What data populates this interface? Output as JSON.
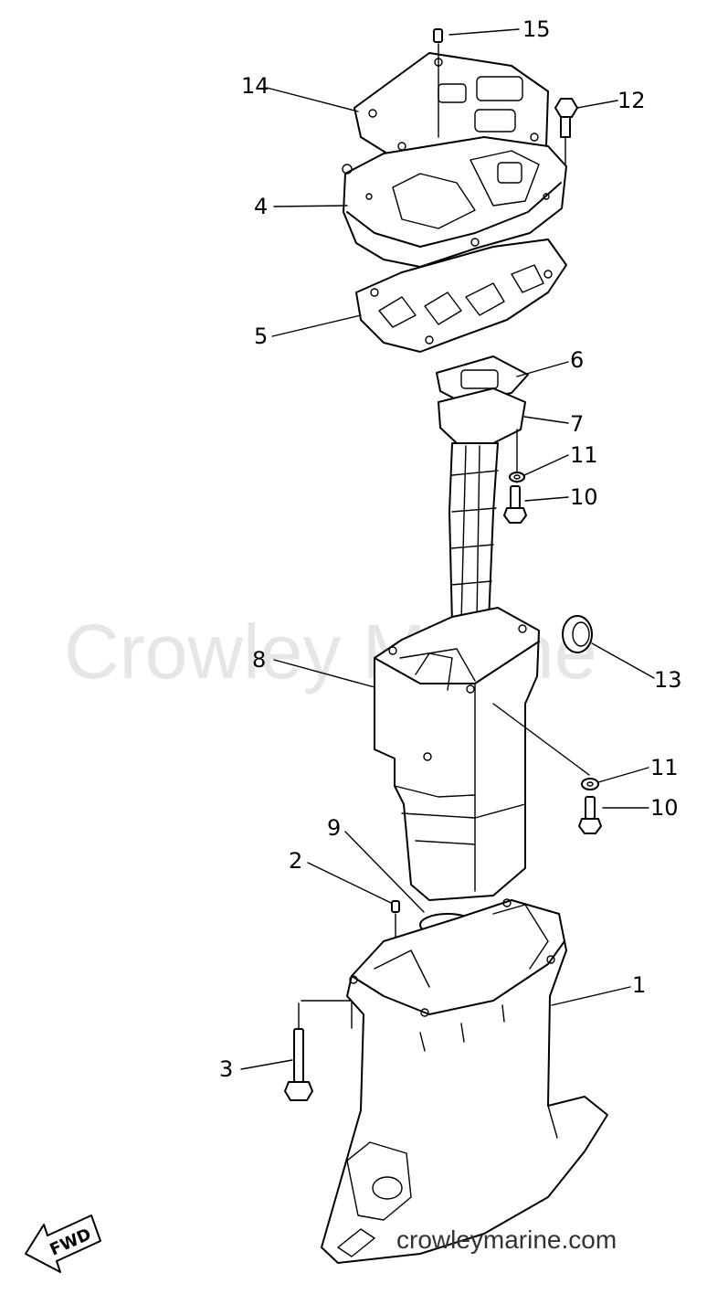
{
  "watermark": "Crowley Marine",
  "footer_url": "crowleymarine.com",
  "fwd_label": "FWD",
  "callouts": {
    "c1": "1",
    "c2": "2",
    "c3": "3",
    "c4": "4",
    "c5": "5",
    "c6": "6",
    "c7": "7",
    "c8": "8",
    "c9": "9",
    "c10a": "10",
    "c10b": "10",
    "c11a": "11",
    "c11b": "11",
    "c12": "12",
    "c13": "13",
    "c14": "14",
    "c15": "15"
  }
}
